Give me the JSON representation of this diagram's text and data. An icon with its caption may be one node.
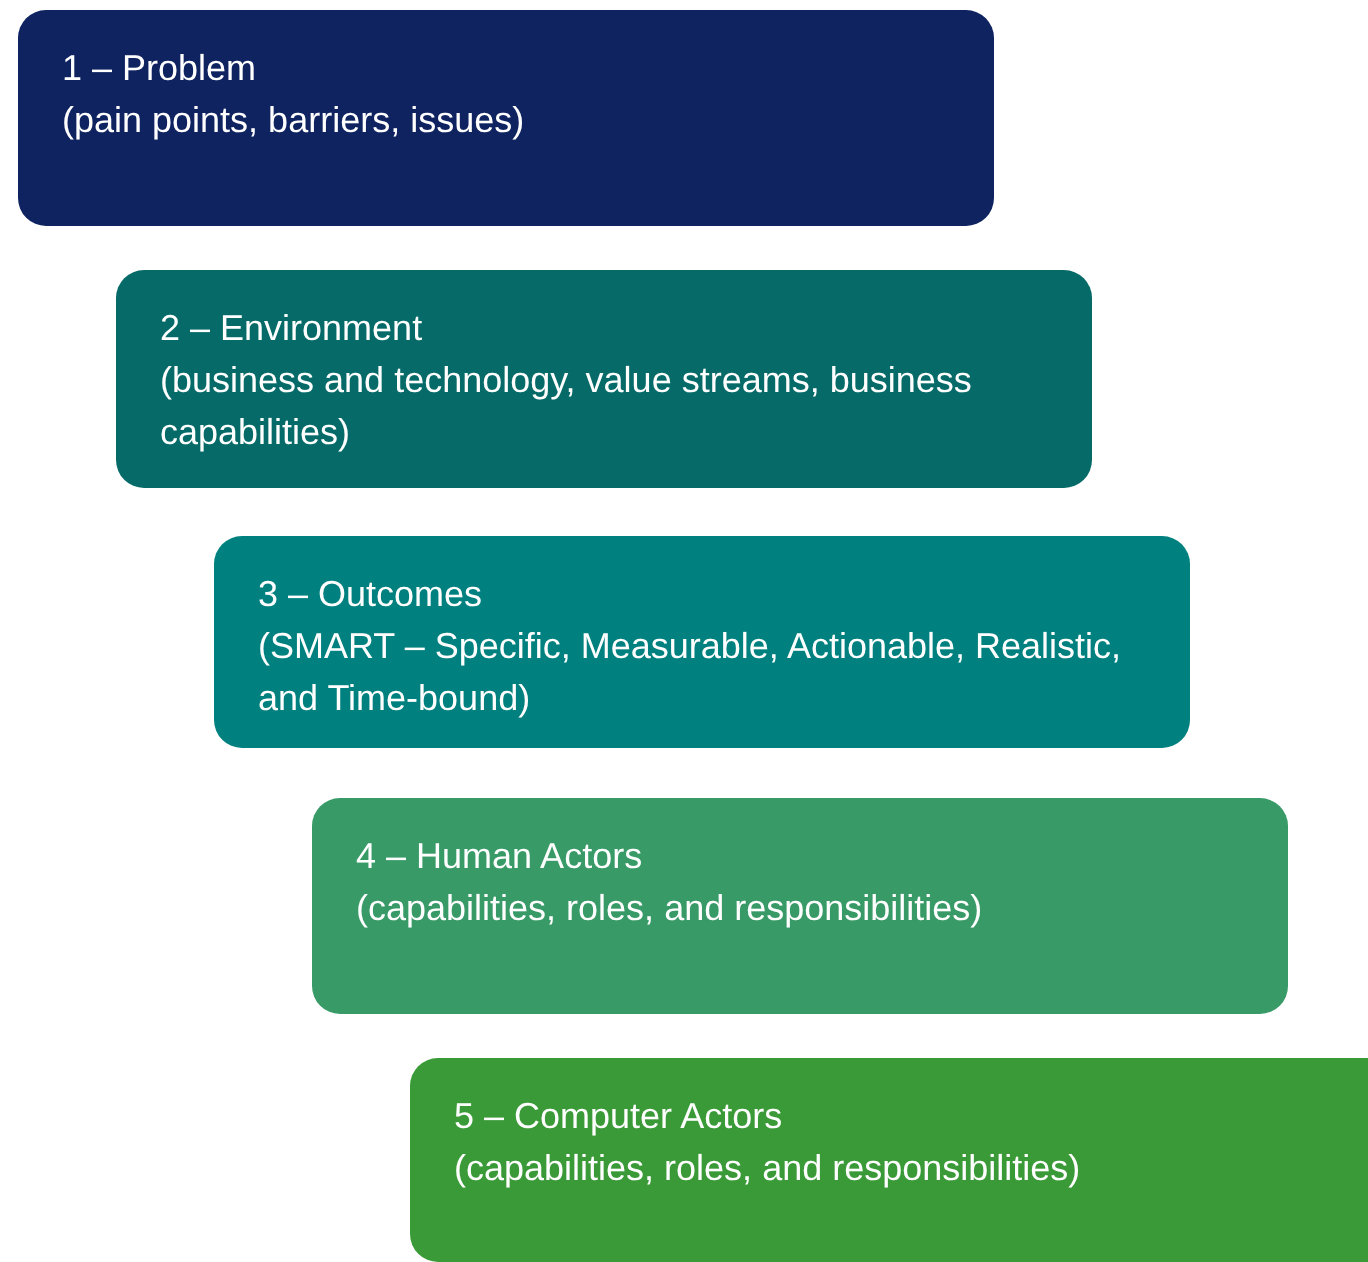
{
  "diagram": {
    "nodes": [
      {
        "text": [
          "1 – Problem",
          "(pain points, barriers, issues)"
        ]
      },
      {
        "text": [
          "2 – Environment",
          "(business and technology, value streams, business capabilities)"
        ]
      },
      {
        "text": [
          "3 – Outcomes",
          "(SMART – Specific, Measurable, Actionable, Realistic, and Time-bound)"
        ]
      },
      {
        "text": [
          "4 – Human Actors",
          "(capabilities, roles, and responsibilities)"
        ]
      },
      {
        "text": [
          "5 – Computer Actors",
          "(capabilities, roles, and responsibilities)"
        ]
      }
    ]
  }
}
